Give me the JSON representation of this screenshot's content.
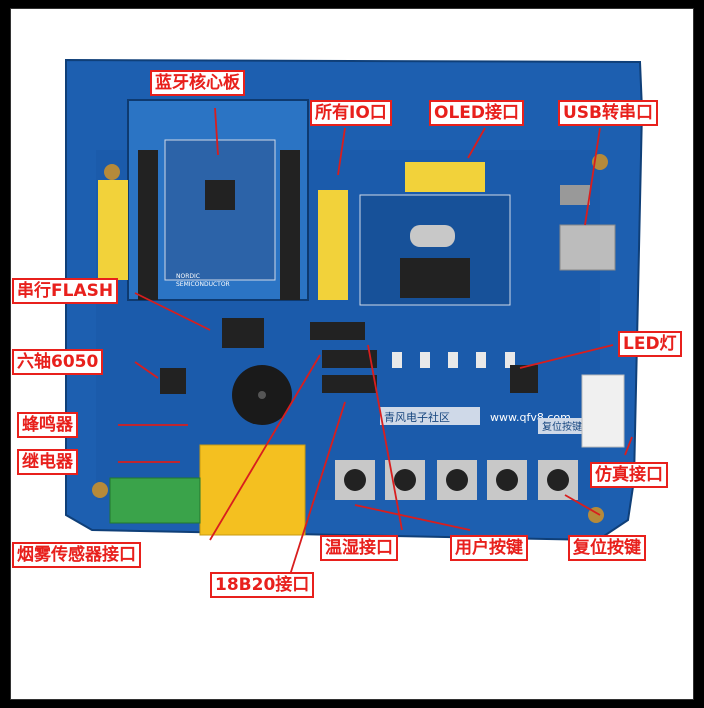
{
  "colors": {
    "frame": "#ffffff",
    "background": "#000000",
    "pcb": "#1d5fb0",
    "pcb_dark": "#164b8d",
    "label_text": "#e8201c",
    "label_border": "#e8201c",
    "arrow": "#d81e1e",
    "header_yellow": "#f2d23a",
    "relay": "#f4c020",
    "terminal": "#3aa34a"
  },
  "labels": {
    "bluetooth_core": "蓝牙核心板",
    "all_io": "所有IO口",
    "oled_port": "OLED接口",
    "usb_serial": "USB转串口",
    "serial_flash": "串行FLASH",
    "six_axis": "六轴6050",
    "led": "LED灯",
    "buzzer": "蜂鸣器",
    "relay": "继电器",
    "simulation_port": "仿真接口",
    "smoke_sensor_port": "烟雾传感器接口",
    "temp_humidity_port": "温湿接口",
    "user_keys": "用户按键",
    "reset_key": "复位按键",
    "ds18b20_port": "18B20接口"
  },
  "board_silkscreen": {
    "module_brand_1": "NORDIC",
    "module_brand_2": "SEMICONDUCTOR",
    "website": "www.qfv8.com",
    "community": "青风电子社区",
    "reset_text": "复位按键"
  }
}
